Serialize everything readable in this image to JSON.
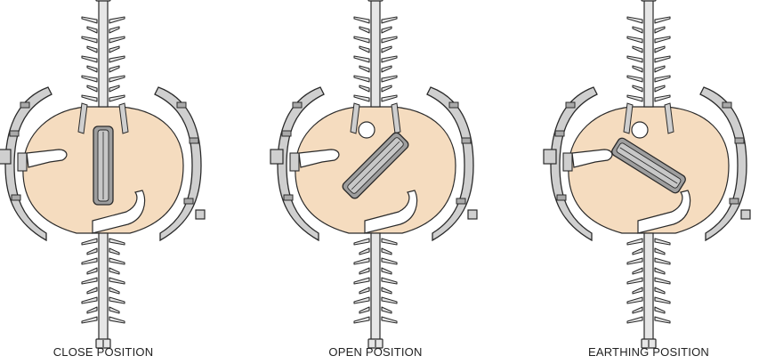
{
  "colors": {
    "fill": "#f5dcbf",
    "shell": "#cfcfcf",
    "shell_dark": "#a9a9a9",
    "insulator": "#e6e6e6",
    "outline": "#2a2a2a",
    "blade": "#9e9e9e",
    "blade_light": "#c7c7c7",
    "contact": "#ffffff"
  },
  "panels": [
    {
      "id": "close",
      "caption": "CLOSE POSITION",
      "blade_angle": 0,
      "blade_state": "closed"
    },
    {
      "id": "open",
      "caption": "OPEN POSITION",
      "blade_angle": 45,
      "blade_state": "open"
    },
    {
      "id": "earthing",
      "caption": "EARTHING POSITION",
      "blade_angle": -58,
      "blade_state": "earthed"
    }
  ]
}
